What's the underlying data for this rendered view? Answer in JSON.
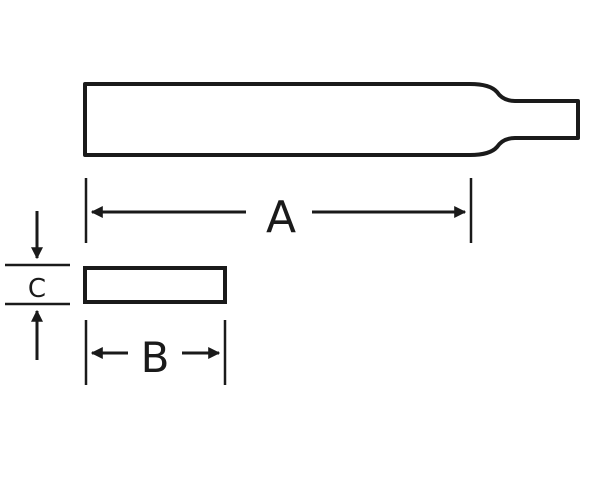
{
  "diagram": {
    "labels": {
      "length": "A",
      "width": "B",
      "thickness": "C"
    },
    "colors": {
      "stroke": "#1a1a1a",
      "background": "#ffffff"
    }
  }
}
